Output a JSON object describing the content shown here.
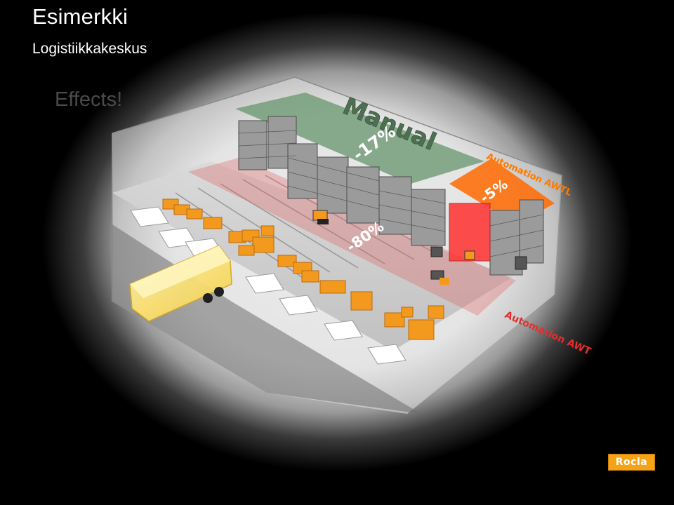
{
  "slide": {
    "title": "Esimerkki",
    "subtitle": "Logistiikkakeskus",
    "heading": "Effects!"
  },
  "illustration": {
    "zones": {
      "manual": {
        "label": "Manual",
        "effect": "-17%",
        "color": "#6f9a74"
      },
      "automation_awtl": {
        "label": "Automation AWTL",
        "effect": "-5%",
        "color": "#ff6a00"
      },
      "automation_awt": {
        "label": "Automation AWT",
        "effect": "-80%",
        "color": "#e04848"
      }
    },
    "cargo_color": "#f39a1e"
  },
  "logo": {
    "text": "Rocla",
    "color": "#f4a317"
  }
}
